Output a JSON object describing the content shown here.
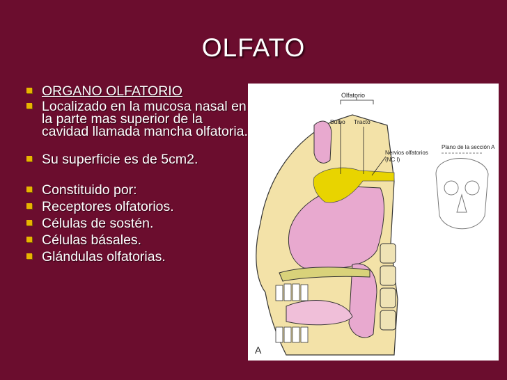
{
  "slide": {
    "title": "OLFATO",
    "bullets": [
      {
        "text": "ORGANO OLFATORIO",
        "underlined": true
      },
      {
        "text": "Localizado en la mucosa nasal en la parte mas superior de la cavidad llamada mancha olfatoria."
      },
      {
        "text": "Su superficie es de 5cm2."
      },
      {
        "text": "Constituido por:"
      },
      {
        "text": "Receptores olfatorios."
      },
      {
        "text": "Células de sostén."
      },
      {
        "text": "Células básales."
      },
      {
        "text": "Glándulas olfatorias."
      }
    ],
    "colors": {
      "background": "#6b0d2e",
      "bullet_marker": "#e8b400",
      "text": "#ffffff"
    }
  },
  "figure": {
    "labels": {
      "olfatorio": "Olfatorio",
      "bulbo": "Bulbo",
      "tracto": "Tracto",
      "nervios": "Nervios olfatorios",
      "nc": "(NC I)",
      "plano": "Plano de la sección A",
      "panel": "A"
    }
  }
}
